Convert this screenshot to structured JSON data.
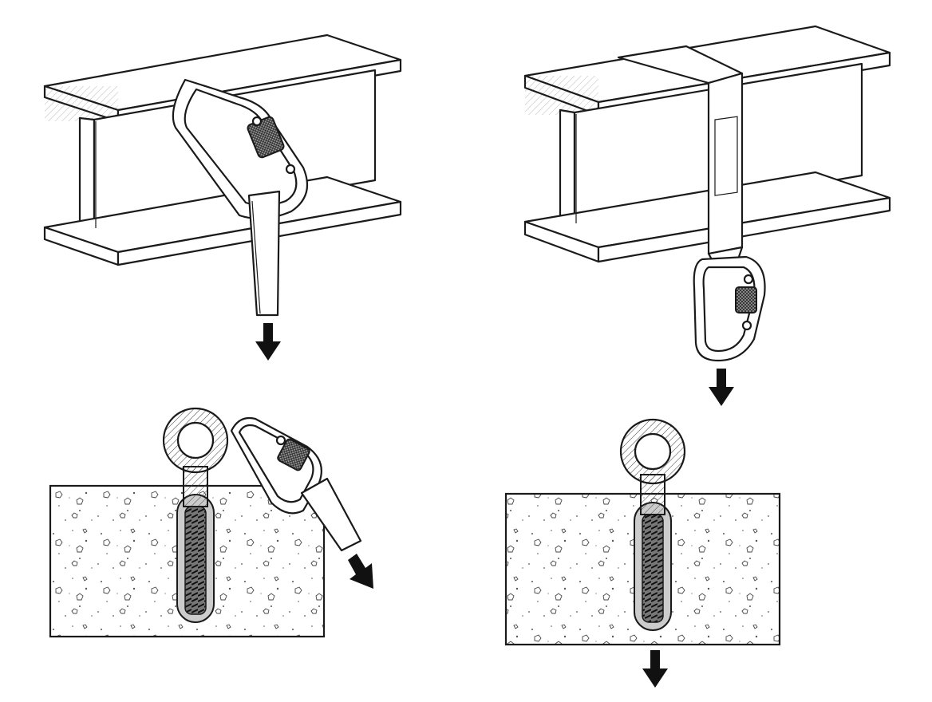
{
  "colors": {
    "line": "#1a1a1a",
    "fill": "#ffffff",
    "arrow": "#111111"
  },
  "panels": [
    {
      "id": "beam-carabiner-wrong",
      "object": "i-beam",
      "connector": "carabiner-over-flange",
      "load_arrow": "down"
    },
    {
      "id": "beam-sling-correct",
      "object": "i-beam",
      "connector": "webbing-sling-with-carabiner",
      "load_arrow": "down"
    },
    {
      "id": "eyebolt-angled-load",
      "object": "concrete-eyebolt",
      "connector": "carabiner-through-eye",
      "load_arrow": "down-right"
    },
    {
      "id": "eyebolt-axial-load",
      "object": "concrete-eyebolt",
      "connector": "none",
      "load_arrow": "down"
    }
  ]
}
